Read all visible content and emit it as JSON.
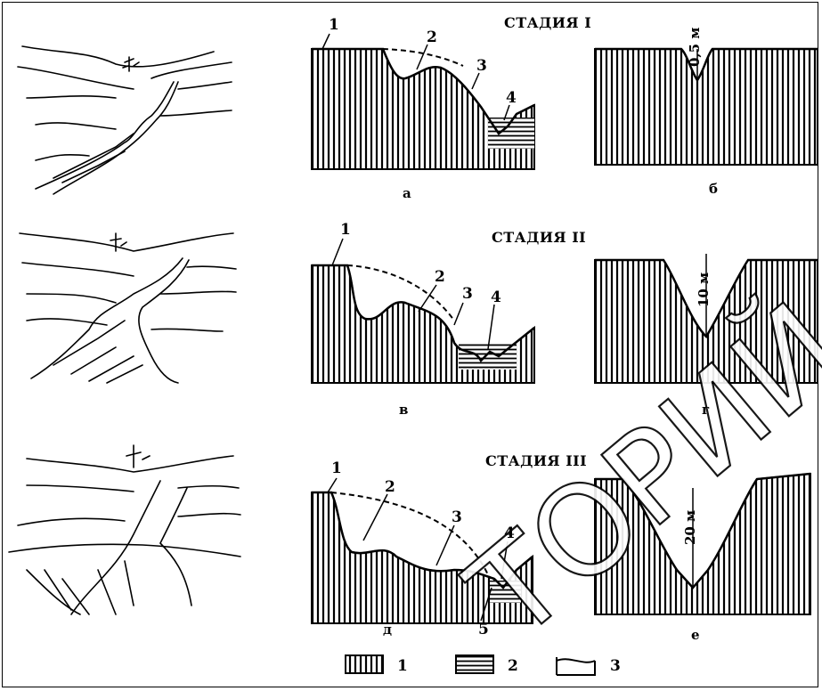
{
  "stages": [
    {
      "title": "СТАДИЯ I",
      "left_label": "а",
      "right_label": "б",
      "depth": "0,5 м"
    },
    {
      "title": "СТАДИЯ II",
      "left_label": "в",
      "right_label": "г",
      "depth": "10 м"
    },
    {
      "title": "СТАДИЯ III",
      "left_label": "д",
      "right_label": "е",
      "depth": "20 м"
    }
  ],
  "numbers": {
    "n1": "1",
    "n2": "2",
    "n3": "3",
    "n4": "4",
    "n5": "5"
  },
  "legend": [
    {
      "label": "1"
    },
    {
      "label": "2"
    },
    {
      "label": "3"
    }
  ],
  "watermark": "ТОРИЙ ВГ"
}
